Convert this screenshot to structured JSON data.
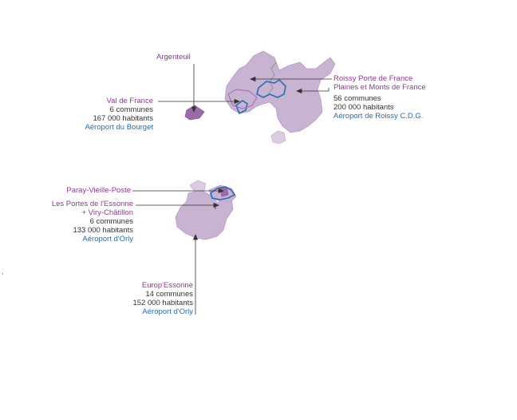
{
  "colors": {
    "territory_fill": "#c9b3d3",
    "territory_stroke": "#b79cc7",
    "commune_fill": "#9b6aa8",
    "airport_outline": "#2a6db5",
    "name_color": "#8d3c8e",
    "info_color": "#333333",
    "airport_color": "#1f6fb5",
    "leader_color": "#333333"
  },
  "labels": {
    "argenteuil": {
      "name": "Argenteuil"
    },
    "val_de_france": {
      "name": "Val de France",
      "communes": "6 communes",
      "population": "167 000 habitants",
      "airport": "Aéroport du Bourget"
    },
    "roissy": {
      "name": "Roissy Porte de France",
      "name2": "Plaines et Monts de France",
      "communes": "56 communes",
      "population": "200 000 habitants",
      "airport": "Aéroport de Roissy C.D.G."
    },
    "paray": {
      "name": "Paray-Vieille-Poste"
    },
    "portes_essonne": {
      "name": "Les Portes de l'Essonne",
      "name2": "+ Viry-Châtillon",
      "communes": "6 communes",
      "population": "133 000 habitants",
      "airport": "Aéroport d'Orly"
    },
    "europ_essonne": {
      "name": "Europ'Essonne",
      "communes": "14 communes",
      "population": "152 000 habitants",
      "airport": "Aéroport d'Orly"
    }
  },
  "stray_mark": ","
}
